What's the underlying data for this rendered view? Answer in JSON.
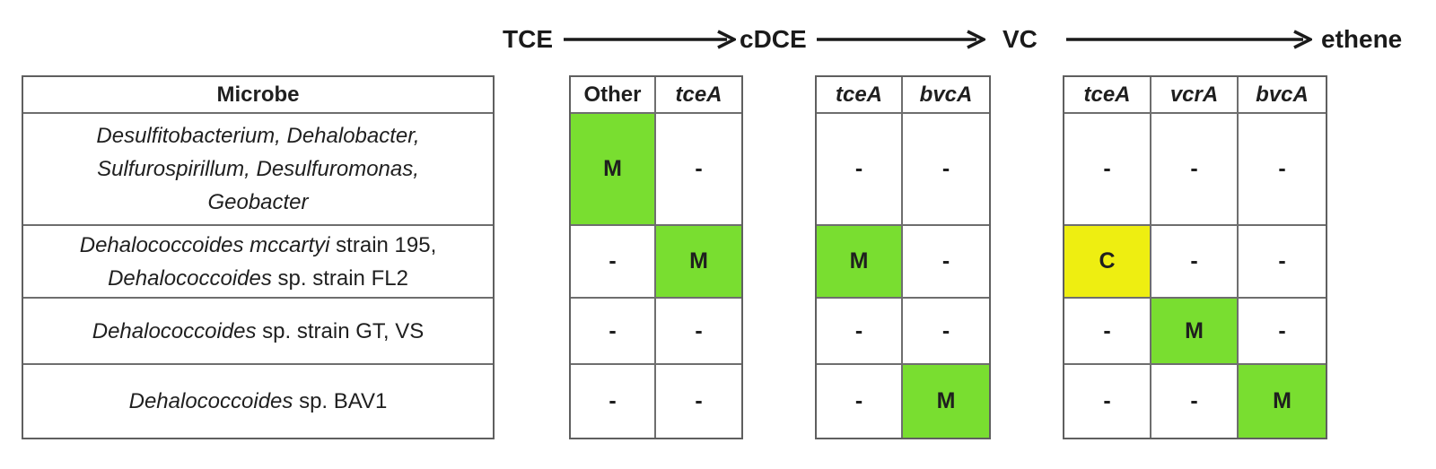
{
  "colors": {
    "green": "#79de30",
    "yellow": "#eeee11"
  },
  "pathway": {
    "labels": [
      "TCE",
      "cDCE",
      "VC",
      "ethene"
    ]
  },
  "microbe_table": {
    "header": "Microbe",
    "rows": [
      {
        "lines": [
          {
            "italic": "Desulfitobacterium, Dehalobacter,",
            "regular": ""
          },
          {
            "italic": "Sulfurospirillum, Desulfuromonas,",
            "regular": ""
          },
          {
            "italic": "Geobacter",
            "regular": ""
          }
        ]
      },
      {
        "lines": [
          {
            "italic": "Dehalococcoides mccartyi",
            "regular": " strain 195,"
          },
          {
            "italic": "Dehalococcoides",
            "regular": " sp. strain FL2"
          }
        ]
      },
      {
        "lines": [
          {
            "italic": "Dehalococcoides",
            "regular": " sp. strain GT, VS"
          }
        ]
      },
      {
        "lines": [
          {
            "italic": "Dehalococcoides",
            "regular": " sp. BAV1"
          }
        ]
      }
    ]
  },
  "gene_tables": [
    {
      "headers": [
        "Other",
        "tceA"
      ],
      "rows": [
        [
          {
            "t": "M",
            "hl": "green"
          },
          {
            "t": "-"
          }
        ],
        [
          {
            "t": "-"
          },
          {
            "t": "M",
            "hl": "green"
          }
        ],
        [
          {
            "t": "-"
          },
          {
            "t": "-"
          }
        ],
        [
          {
            "t": "-"
          },
          {
            "t": "-"
          }
        ]
      ]
    },
    {
      "headers": [
        "tceA",
        "bvcA"
      ],
      "rows": [
        [
          {
            "t": "-"
          },
          {
            "t": "-"
          }
        ],
        [
          {
            "t": "M",
            "hl": "green"
          },
          {
            "t": "-"
          }
        ],
        [
          {
            "t": "-"
          },
          {
            "t": "-"
          }
        ],
        [
          {
            "t": "-"
          },
          {
            "t": "M",
            "hl": "green"
          }
        ]
      ]
    },
    {
      "headers": [
        "tceA",
        "vcrA",
        "bvcA"
      ],
      "rows": [
        [
          {
            "t": "-"
          },
          {
            "t": "-"
          },
          {
            "t": "-"
          }
        ],
        [
          {
            "t": "C",
            "hl": "yellow"
          },
          {
            "t": "-"
          },
          {
            "t": "-"
          }
        ],
        [
          {
            "t": "-"
          },
          {
            "t": "M",
            "hl": "green"
          },
          {
            "t": "-"
          }
        ],
        [
          {
            "t": "-"
          },
          {
            "t": "-"
          },
          {
            "t": "M",
            "hl": "green"
          }
        ]
      ]
    }
  ]
}
